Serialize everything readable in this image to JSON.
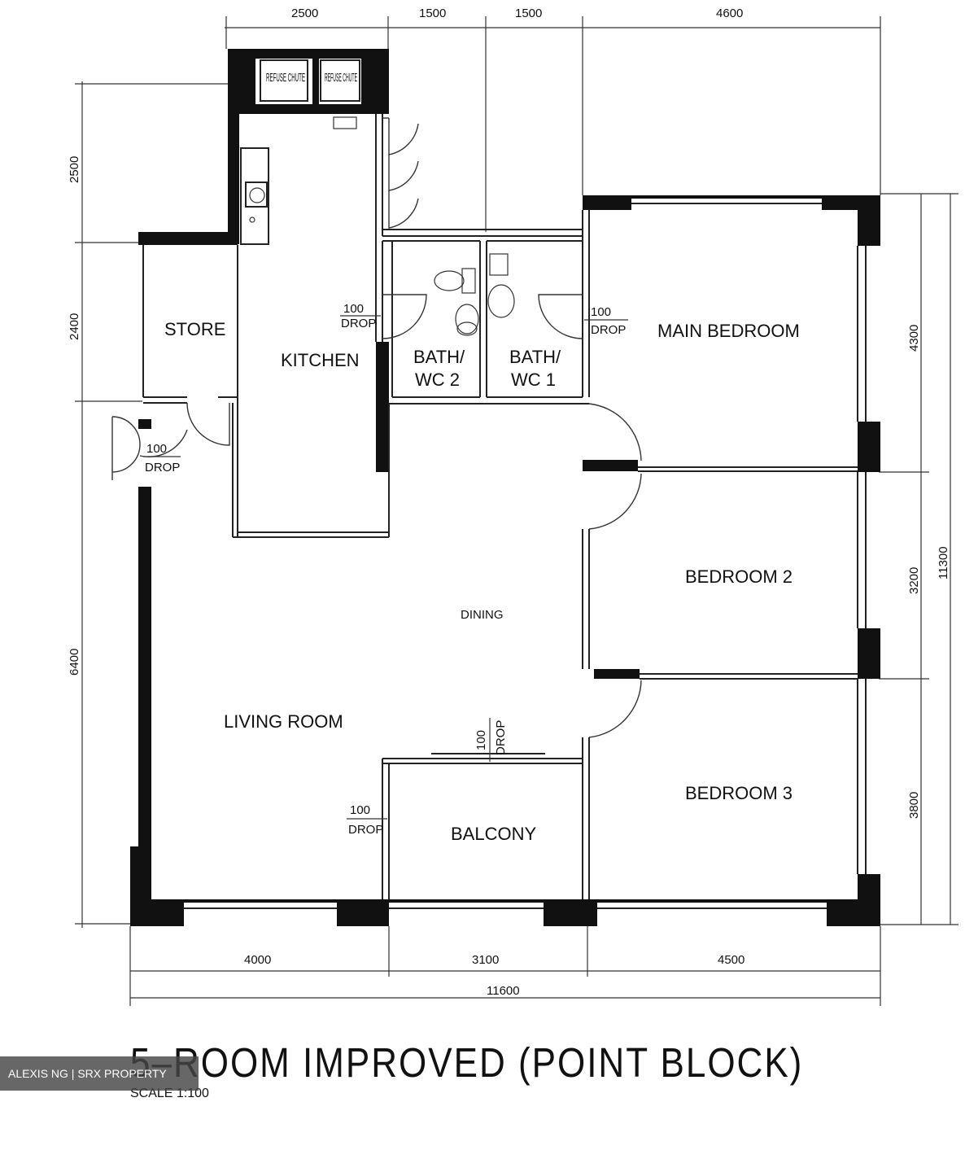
{
  "rooms": {
    "refuse_chute_1": "REFUSE CHUTE",
    "refuse_chute_2": "REFUSE CHUTE",
    "store": "STORE",
    "kitchen": "KITCHEN",
    "bath_wc2_line1": "BATH/",
    "bath_wc2_line2": "WC 2",
    "bath_wc1_line1": "BATH/",
    "bath_wc1_line2": "WC 1",
    "main_bedroom": "MAIN BEDROOM",
    "bedroom2": "BEDROOM 2",
    "bedroom3": "BEDROOM 3",
    "dining": "DINING",
    "living_room": "LIVING ROOM",
    "balcony": "BALCONY"
  },
  "drops": {
    "kitchen_drop_value": "100",
    "kitchen_drop_label": "DROP",
    "bedroom_drop_value": "100",
    "bedroom_drop_label": "DROP",
    "entry_drop_value": "100",
    "entry_drop_label": "DROP",
    "balcony_top_drop_value": "100",
    "balcony_top_drop_label": "DROP",
    "balcony_side_drop_value": "100",
    "balcony_side_drop_label": "DROP"
  },
  "dimensions": {
    "top": [
      "2500",
      "1500",
      "1500",
      "4600"
    ],
    "left": [
      "2500",
      "2400",
      "6400"
    ],
    "right": [
      "4300",
      "3200",
      "3800"
    ],
    "right_total": "11300",
    "bottom": [
      "4000",
      "3100",
      "4500"
    ],
    "bottom_total": "11600"
  },
  "title": "5–ROOM IMPROVED (POINT BLOCK)",
  "scale": "SCALE  1:100",
  "watermark": "ALEXIS NG | SRX PROPERTY"
}
